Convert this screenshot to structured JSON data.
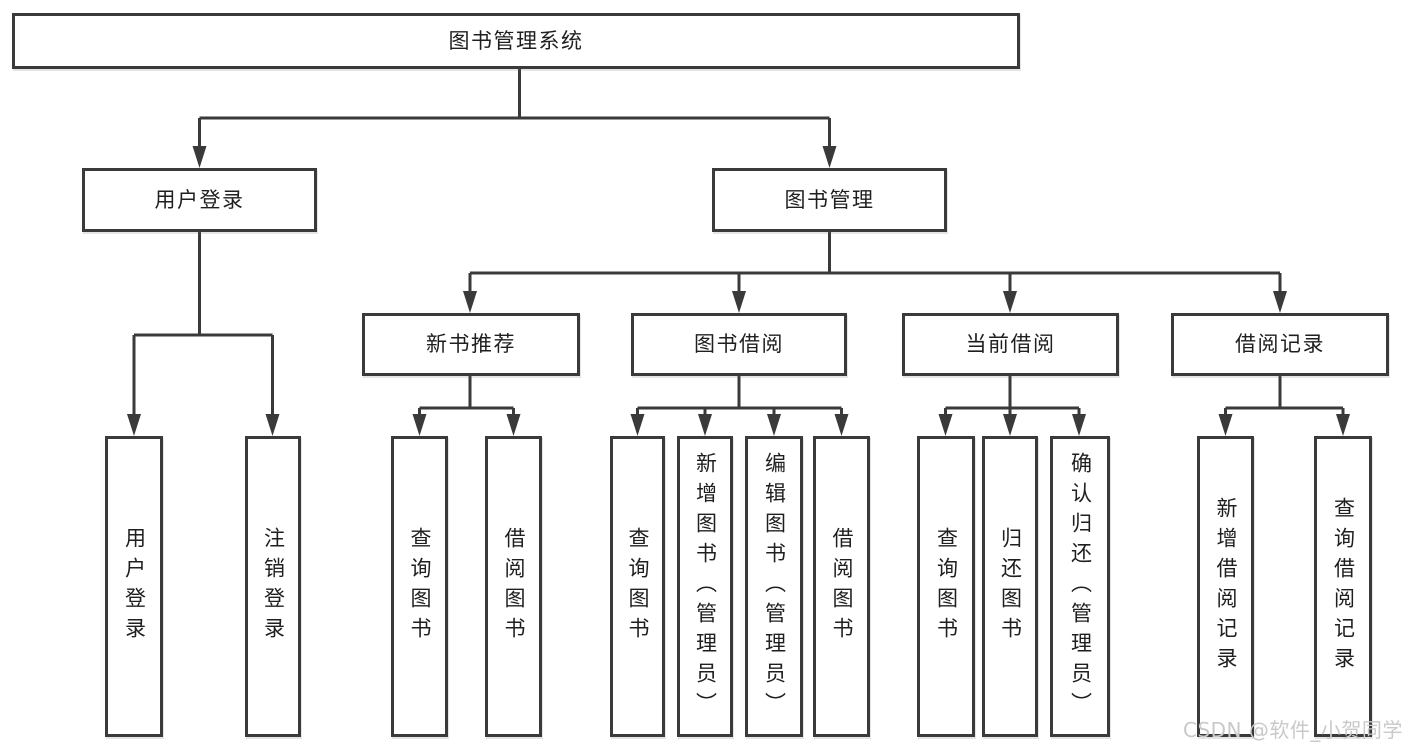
{
  "colors": {
    "line": "#3a3a3a",
    "text": "#1f1f1f",
    "watermark": "#c9c9c9",
    "background": "#ffffff"
  },
  "watermark": "CSDN @软件_小贺同学",
  "tree": {
    "label": "图书管理系统",
    "children": [
      {
        "label": "用户登录",
        "children": [
          {
            "label": "用户登录"
          },
          {
            "label": "注销登录"
          }
        ]
      },
      {
        "label": "图书管理",
        "children": [
          {
            "label": "新书推荐",
            "children": [
              {
                "label": "查询图书"
              },
              {
                "label": "借阅图书"
              }
            ]
          },
          {
            "label": "图书借阅",
            "children": [
              {
                "label": "查询图书"
              },
              {
                "label": "新增图书（管理员）"
              },
              {
                "label": "编辑图书（管理员）"
              },
              {
                "label": "借阅图书"
              }
            ]
          },
          {
            "label": "当前借阅",
            "children": [
              {
                "label": "查询图书"
              },
              {
                "label": "归还图书"
              },
              {
                "label": "确认归还（管理员）"
              }
            ]
          },
          {
            "label": "借阅记录",
            "children": [
              {
                "label": "新增借阅记录"
              },
              {
                "label": "查询借阅记录"
              }
            ]
          }
        ]
      }
    ]
  }
}
